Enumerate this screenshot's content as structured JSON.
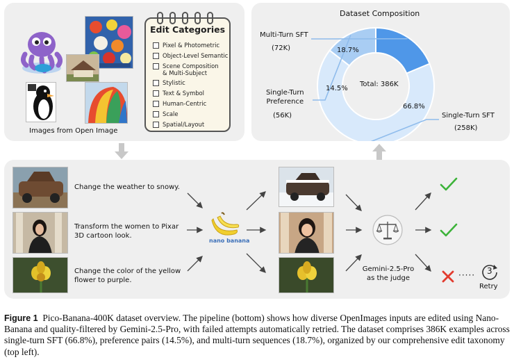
{
  "top_left": {
    "images_caption": "Images from Open Image",
    "notebook": {
      "title": "Edit Categories",
      "items": [
        "Pixel & Photometric",
        "Object-Level Semantic",
        "Scene Composition",
        "& Multi-Subject",
        "Stylistic",
        "Text & Symbol",
        "Human-Centric",
        "Scale",
        "Spatial/Layout"
      ]
    }
  },
  "top_right": {
    "title": "Dataset Composition",
    "center_label": "Total: 386K",
    "colors": {
      "single_turn_sft": "#d8e9fb",
      "preference": "#a9cdf3",
      "multi_turn": "#4f97e8"
    }
  },
  "chart_data": {
    "type": "pie",
    "title": "Dataset Composition",
    "center_text": "Total: 386K",
    "slices": [
      {
        "name": "Single-Turn SFT",
        "value": 66.8,
        "label": "66.8%",
        "count": "(258K)"
      },
      {
        "name": "Single-Turn Preference",
        "name_lines": [
          "Single-Turn",
          "Preference"
        ],
        "value": 14.5,
        "label": "14.5%",
        "count": "(56K)"
      },
      {
        "name": "Multi-Turn SFT",
        "value": 18.7,
        "label": "18.7%",
        "count": "(72K)"
      }
    ]
  },
  "pipeline": {
    "prompts": [
      {
        "lines": [
          "Change the weather to snowy."
        ]
      },
      {
        "lines": [
          "Transform the women to Pixar",
          "3D cartoon look."
        ]
      },
      {
        "lines": [
          "Change the color of the yellow",
          "flower to purple."
        ]
      }
    ],
    "model_label": "nano banana",
    "judge_lines": [
      "Gemini-2.5-Pro",
      "as the judge"
    ],
    "dots": "·····",
    "retry_number": "3",
    "retry_label": "Retry"
  },
  "caption": {
    "label": "Figure 1",
    "text": "Pico-Banana-400K dataset overview. The pipeline (bottom) shows how diverse OpenImages inputs are edited using Nano-Banana and quality-filtered by Gemini-2.5-Pro, with failed attempts automatically retried. The dataset comprises 386K examples across single-turn SFT (66.8%), preference pairs (14.5%), and multi-turn sequences (18.7%), organized by our comprehensive edit taxonomy (top left)."
  }
}
